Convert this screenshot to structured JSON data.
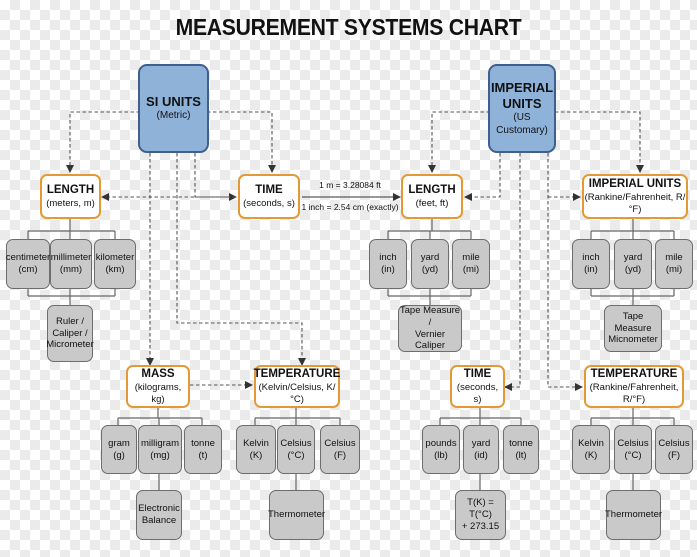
{
  "title": "MEASUREMENT SYSTEMS CHART",
  "si": {
    "title": "SI UNITS",
    "sub": "(Metric)"
  },
  "imperial": {
    "title_1": "IMPERIAL",
    "title_2": "UNITS",
    "sub": "(US Customary)"
  },
  "si_length": {
    "title": "LENGTH",
    "sub": "(meters, m)",
    "units": [
      [
        "centimeter",
        "(cm)"
      ],
      [
        "millimeter",
        "(mm)"
      ],
      [
        "kilometer",
        "(km)"
      ]
    ],
    "tool": [
      "Ruler /",
      "Caliper /",
      "Micrometer"
    ]
  },
  "si_time": {
    "title": "TIME",
    "sub": "(seconds, s)"
  },
  "conversion": {
    "line1": "1 m = 3.28084 ft",
    "line2": "1 inch = 2.54 cm (exactly)"
  },
  "imp_length": {
    "title": "LENGTH",
    "sub": "(feet, ft)",
    "units": [
      [
        "inch",
        "(in)"
      ],
      [
        "yard",
        "(yd)"
      ],
      [
        "mile",
        "(mi)"
      ]
    ],
    "tool": [
      "Tape Measure /",
      "Vernier Caliper"
    ]
  },
  "imp_units": {
    "title": "IMPERIAL UNITS",
    "sub": "(Rankine/Fahrenheit, R/°F)",
    "units": [
      [
        "inch",
        "(in)"
      ],
      [
        "yard",
        "(yd)"
      ],
      [
        "mile",
        "(mi)"
      ]
    ],
    "tool": [
      "Tape Measure",
      "Micnometer"
    ]
  },
  "si_mass": {
    "title": "MASS",
    "sub": "(kilograms, kg)",
    "units": [
      [
        "gram",
        "(g)"
      ],
      [
        "milligram",
        "(mg)"
      ],
      [
        "tonne",
        "(t)"
      ]
    ],
    "tool": [
      "Electronic",
      "Balance"
    ]
  },
  "si_temp": {
    "title": "TEMPERATURE",
    "sub": "(Kelvin/Celsius, K/°C)",
    "units": [
      [
        "Kelvin",
        "(K)"
      ],
      [
        "Celsius",
        "(°C)"
      ],
      [
        "Celsius",
        "(F)"
      ]
    ],
    "tool": [
      "Thermometer"
    ]
  },
  "imp_time": {
    "title": "TIME",
    "sub": "(seconds, s)",
    "units": [
      [
        "pounds",
        "(lb)"
      ],
      [
        "yard",
        "(id)"
      ],
      [
        "tonne",
        "(lt)"
      ]
    ],
    "tool": [
      "T(K) = T(°C)",
      "+ 273.15"
    ]
  },
  "imp_temp": {
    "title": "TEMPERATURE",
    "sub": "(Rankine/Fahrenheit, R/°F)",
    "units": [
      [
        "Kelvin",
        "(K)"
      ],
      [
        "Celsius",
        "(°C)"
      ],
      [
        "Celsius",
        "(F)"
      ]
    ],
    "tool": [
      "Thermometer"
    ]
  }
}
